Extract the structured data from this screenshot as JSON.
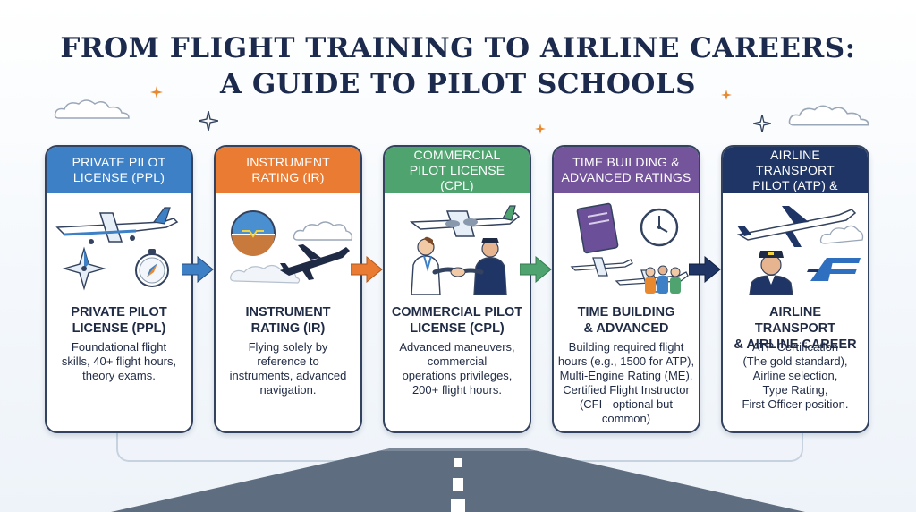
{
  "title": {
    "line1": "FROM FLIGHT TRAINING TO AIRLINE CAREERS:",
    "line2": "A GUIDE TO PILOT SCHOOLS"
  },
  "colors": {
    "ppl": "#3d80c6",
    "ir": "#ea7b32",
    "cpl": "#4fa36e",
    "time": "#74549a",
    "atp": "#1f3566"
  },
  "stages": [
    {
      "header": "PRIVATE PILOT\nLICENSE (PPL)",
      "subtitle": "PRIVATE PILOT\nLICENSE (PPL)",
      "description": "Foundational flight\nskills, 40+ flight hours,\ntheory exams."
    },
    {
      "header": "INSTRUMENT\nRATING (IR)",
      "subtitle": "INSTRUMENT\nRATING (IR)",
      "description": "Flying solely by\nreference to\ninstruments, advanced\nnavigation."
    },
    {
      "header": "COMMERCIAL\nPILOT LICENSE (CPL)",
      "subtitle": "COMMERCIAL PILOT\nLICENSE (CPL)",
      "description": "Advanced maneuvers,\ncommercial\noperations privileges,\n200+ flight hours."
    },
    {
      "header": "TIME BUILDING &\nADVANCED RATINGS",
      "subtitle": "TIME BUILDING\n& ADVANCED",
      "description": "Building required flight\nhours (e.g., 1500 for ATP),\nMulti-Engine Rating (ME),\nCertified Flight Instructor\n(CFI - optional but common)"
    },
    {
      "header": "AIRLINE TRANSPORT\nPILOT (ATP) &",
      "subtitle": "AIRLINE TRANSPORT\n& AIRLINE CAREER",
      "description": "ATP Certification\n(The gold standard),\nAirline selection,\nType Rating,\nFirst Officer position."
    }
  ]
}
